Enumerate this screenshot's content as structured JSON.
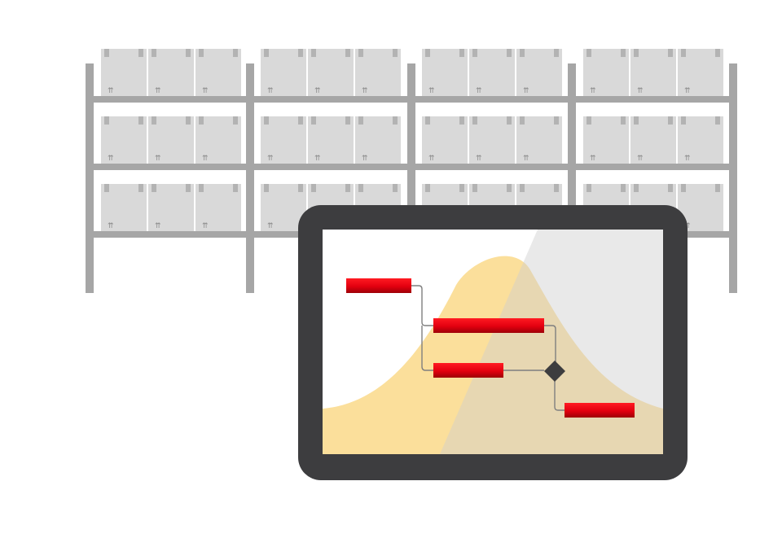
{
  "illustration": {
    "subject": "warehouse-shelving-with-tablet-gantt",
    "shelving": {
      "columns": 4,
      "rows": 3,
      "boxes_per_cell": 3,
      "box_glyph": "up-arrows-icon"
    },
    "tablet": {
      "gantt_bars": 4,
      "milestones": 1
    },
    "colors": {
      "shelf_frame": "#a6a6a6",
      "box_face": "#d9d9d9",
      "box_tape": "#b3b3b3",
      "tablet_bezel": "#3d3d3f",
      "screen_bg": "#ffffff",
      "screen_glare": "#e6e6e6",
      "curve_fill": "#fbdf9b",
      "gantt_bar": "#e3000f",
      "gantt_bar_shade": "#9e0008",
      "connector": "#7f7f7f",
      "milestone": "#3d3d3f"
    }
  }
}
